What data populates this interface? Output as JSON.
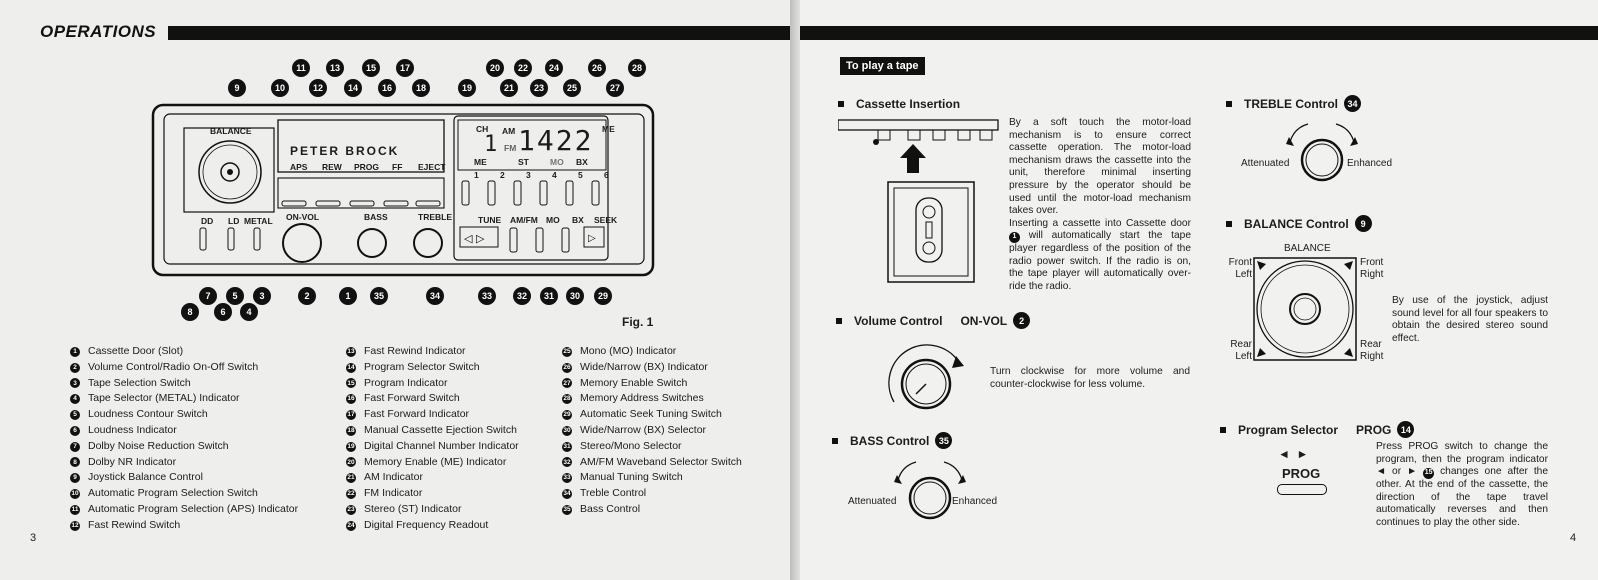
{
  "left_page": {
    "title": "OPERATIONS",
    "page_number": "3",
    "figure_caption": "Fig. 1",
    "radio_labels": {
      "balance": "BALANCE",
      "display": "PETER BROCK",
      "aps": "APS",
      "rew": "REW",
      "prog": "PROG",
      "ff": "FF",
      "eject": "EJECT",
      "on_vol": "ON-VOL",
      "bass": "BASS",
      "treble": "TREBLE",
      "dolby": "DD",
      "ld": "LD",
      "metal": "METAL",
      "ch": "CH",
      "am": "AM",
      "fm": "FM",
      "me_top": "ME",
      "me_bottom": "ME",
      "st": "ST",
      "mo": "MO",
      "bx": "BX",
      "channel": "1",
      "frequency": "1422",
      "presets": [
        "1",
        "2",
        "3",
        "4",
        "5",
        "6"
      ],
      "tune": "TUNE",
      "am_fm": "AM/FM",
      "mo_label": "MO",
      "bx_label": "BX",
      "seek": "SEEK"
    },
    "legend_col1": [
      {
        "n": "1",
        "text": "Cassette Door (Slot)"
      },
      {
        "n": "2",
        "text": "Volume Control/Radio On-Off Switch"
      },
      {
        "n": "3",
        "text": "Tape Selection Switch"
      },
      {
        "n": "4",
        "text": "Tape Selector (METAL) Indicator"
      },
      {
        "n": "5",
        "text": "Loudness Contour Switch"
      },
      {
        "n": "6",
        "text": "Loudness Indicator"
      },
      {
        "n": "7",
        "text": "Dolby Noise Reduction Switch"
      },
      {
        "n": "8",
        "text": "Dolby NR Indicator"
      },
      {
        "n": "9",
        "text": "Joystick Balance Control"
      },
      {
        "n": "10",
        "text": "Automatic Program Selection Switch"
      },
      {
        "n": "11",
        "text": "Automatic Program Selection (APS) Indicator"
      },
      {
        "n": "12",
        "text": "Fast Rewind Switch"
      }
    ],
    "legend_col2": [
      {
        "n": "13",
        "text": "Fast Rewind Indicator"
      },
      {
        "n": "14",
        "text": "Program Selector Switch"
      },
      {
        "n": "15",
        "text": "Program Indicator"
      },
      {
        "n": "16",
        "text": "Fast Forward Switch"
      },
      {
        "n": "17",
        "text": "Fast Forward Indicator"
      },
      {
        "n": "18",
        "text": "Manual Cassette Ejection Switch"
      },
      {
        "n": "19",
        "text": "Digital Channel Number Indicator"
      },
      {
        "n": "20",
        "text": "Memory Enable (ME) Indicator"
      },
      {
        "n": "21",
        "text": "AM  Indicator"
      },
      {
        "n": "22",
        "text": "FM  Indicator"
      },
      {
        "n": "23",
        "text": "Stereo (ST) Indicator"
      },
      {
        "n": "24",
        "text": "Digital Frequency Readout"
      }
    ],
    "legend_col3": [
      {
        "n": "25",
        "text": "Mono (MO) Indicator"
      },
      {
        "n": "26",
        "text": "Wide/Narrow (BX) Indicator"
      },
      {
        "n": "27",
        "text": "Memory Enable Switch"
      },
      {
        "n": "28",
        "text": "Memory Address Switches"
      },
      {
        "n": "29",
        "text": "Automatic Seek Tuning Switch"
      },
      {
        "n": "30",
        "text": "Wide/Narrow (BX) Selector"
      },
      {
        "n": "31",
        "text": "Stereo/Mono Selector"
      },
      {
        "n": "32",
        "text": "AM/FM Waveband Selector Switch"
      },
      {
        "n": "33",
        "text": "Manual Tuning Switch"
      },
      {
        "n": "34",
        "text": "Treble Control"
      },
      {
        "n": "35",
        "text": "Bass Control"
      }
    ]
  },
  "right_page": {
    "page_number": "4",
    "tag": "To play a tape",
    "cassette": {
      "title": "Cassette Insertion",
      "text": "By a soft touch the motor-load mechanism is to ensure correct cassette operation. The motor-load mechanism draws the cassette into the unit, therefore minimal inserting pressure by the operator should be used until the motor-load mechanism takes over.",
      "text2_before": "Inserting a cassette into Cassette door",
      "text2_num": "1",
      "text2_after": "will automatically start the tape player regardless of the position of the radio power switch. If the radio is on, the tape player will automatically over-ride the radio."
    },
    "volume": {
      "title": "Volume Control",
      "subtitle": "ON-VOL",
      "num": "2",
      "text": "Turn clockwise for more volume and counter-clockwise for less volume."
    },
    "bass": {
      "title": "BASS  Control",
      "num": "35",
      "left": "Attenuated",
      "right": "Enhanced"
    },
    "treble": {
      "title": "TREBLE  Control",
      "num": "34",
      "left": "Attenuated",
      "right": "Enhanced"
    },
    "balance": {
      "title": "BALANCE  Control",
      "num": "9",
      "label": "BALANCE",
      "front_left": "Front Left",
      "front_right": "Front Right",
      "rear_left": "Rear Left",
      "rear_right": "Rear Right",
      "text": "By use of the joystick, adjust sound level for all four speakers to obtain the desired stereo sound effect."
    },
    "program": {
      "title": "Program Selector",
      "subtitle": "PROG",
      "num": "14",
      "button": "PROG",
      "text_before": "Press PROG switch to change the program, then the program indicator ◄ or ►",
      "text_num": "15",
      "text_after": "changes one after the other. At the end of the cassette, the direction of the tape travel automatically reverses and then continues to play the other side."
    }
  },
  "figure_callouts": [
    "1",
    "2",
    "3",
    "4",
    "5",
    "6",
    "7",
    "8",
    "9",
    "10",
    "11",
    "12",
    "13",
    "14",
    "15",
    "16",
    "17",
    "18",
    "19",
    "20",
    "21",
    "22",
    "23",
    "24",
    "25",
    "26",
    "27",
    "28",
    "29",
    "30",
    "31",
    "32",
    "33",
    "34",
    "35"
  ]
}
